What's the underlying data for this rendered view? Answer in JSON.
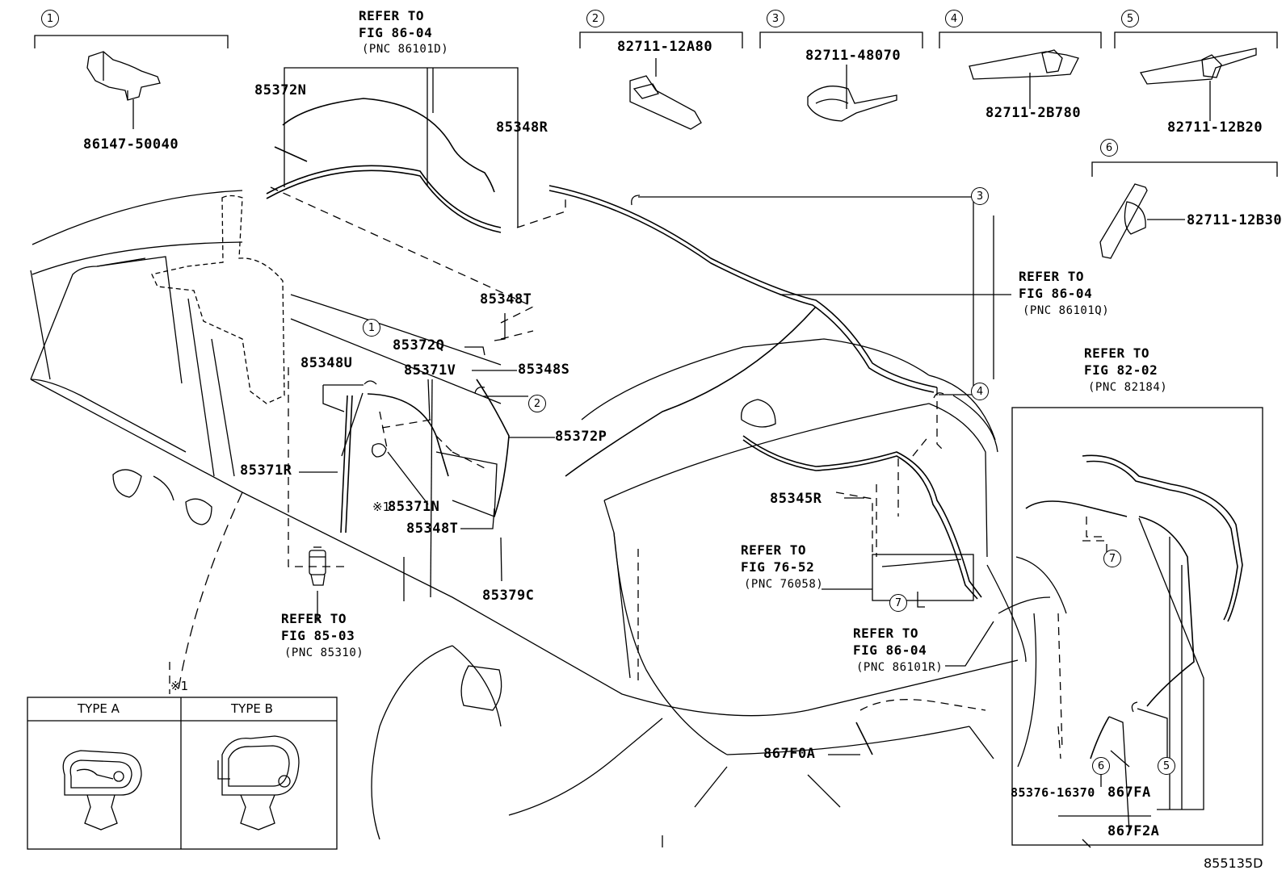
{
  "callouts": {
    "c1": "1",
    "c2": "2",
    "c3": "3",
    "c4": "4",
    "c5": "5",
    "c6": "6",
    "body_1": "1",
    "body_2": "2",
    "body_3": "3",
    "body_4": "4",
    "body_7a": "7",
    "body_7b": "7",
    "box_6": "6",
    "box_5": "5"
  },
  "parts": {
    "p86147": "86147-50040",
    "p82711_12A80": "82711-12A80",
    "p82711_48070": "82711-48070",
    "p82711_2B780": "82711-2B780",
    "p82711_12B20": "82711-12B20",
    "p82711_12B30": "82711-12B30",
    "p85372N": "85372N",
    "p85348R": "85348R",
    "p85348T_top": "85348T",
    "p85372Q": "85372Q",
    "p85348S": "85348S",
    "p85348U": "85348U",
    "p85371V": "85371V",
    "p85372P": "85372P",
    "p85371R": "85371R",
    "p85371N": "85371N",
    "p85348T_low": "85348T",
    "p85379C": "85379C",
    "p85345R": "85345R",
    "p867F0A": "867F0A",
    "p85376": "85376-16370",
    "p867FA": "867FA",
    "p867F2A": "867F2A"
  },
  "refs": {
    "r1": {
      "l1": "REFER TO",
      "l2": "FIG 86-04",
      "l3": "(PNC 86101D)"
    },
    "r2": {
      "l1": "REFER TO",
      "l2": "FIG 86-04",
      "l3": "(PNC 86101Q)"
    },
    "r3": {
      "l1": "REFER TO",
      "l2": "FIG 82-02",
      "l3": "(PNC 82184)"
    },
    "r4": {
      "l1": "REFER TO",
      "l2": "FIG 76-52",
      "l3": "(PNC 76058)"
    },
    "r5": {
      "l1": "REFER TO",
      "l2": "FIG 85-03",
      "l3": "(PNC 85310)"
    },
    "r6": {
      "l1": "REFER TO",
      "l2": "FIG 86-04",
      "l3": "(PNC 86101R)"
    }
  },
  "note_marker": "※1",
  "types": {
    "a": "TYPE A",
    "b": "TYPE B"
  },
  "diagram_id": "855135D"
}
